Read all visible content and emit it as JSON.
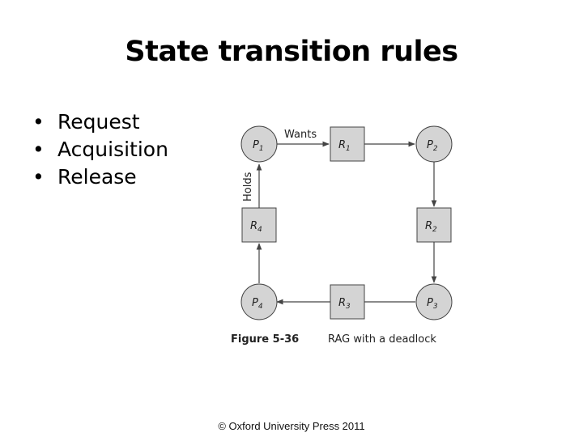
{
  "slide": {
    "title": "State transition rules",
    "bullets": [
      "Request",
      "Acquisition",
      "Release"
    ],
    "footer": "© Oxford University Press 2011"
  },
  "figure": {
    "processes": [
      {
        "id": "P1",
        "letter": "P",
        "sub": "1"
      },
      {
        "id": "P2",
        "letter": "P",
        "sub": "2"
      },
      {
        "id": "P3",
        "letter": "P",
        "sub": "3"
      },
      {
        "id": "P4",
        "letter": "P",
        "sub": "4"
      }
    ],
    "resources": [
      {
        "id": "R1",
        "letter": "R",
        "sub": "1"
      },
      {
        "id": "R2",
        "letter": "R",
        "sub": "2"
      },
      {
        "id": "R3",
        "letter": "R",
        "sub": "3"
      },
      {
        "id": "R4",
        "letter": "R",
        "sub": "4"
      }
    ],
    "edge_labels": {
      "wants": "Wants",
      "holds": "Holds"
    },
    "caption_number": "Figure 5-36",
    "caption_text": "RAG with a deadlock",
    "colors": {
      "node_fill": "#d4d4d4",
      "stroke": "#444444"
    }
  }
}
